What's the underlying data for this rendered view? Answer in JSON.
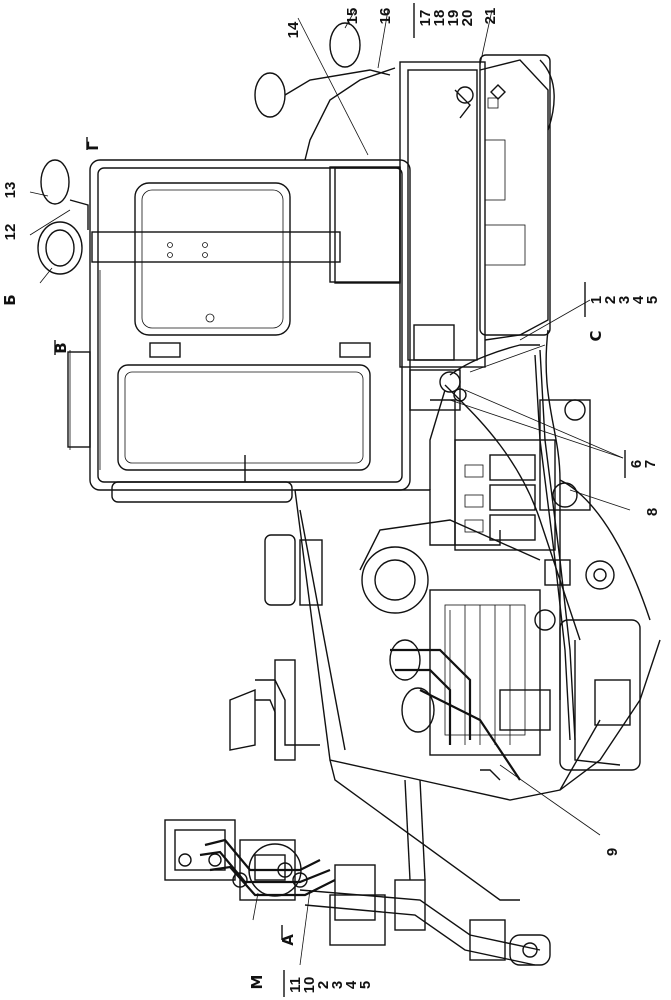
{
  "labels": {
    "group_1_2_3_4_5": [
      "1",
      "2",
      "3",
      "4",
      "5"
    ],
    "group_6_7": [
      "6",
      "7"
    ],
    "group_11_10_2_3_4_5": [
      "11",
      "10",
      "2",
      "3",
      "4",
      "5"
    ],
    "group_17_18_19_20": [
      "17",
      "18",
      "19",
      "20"
    ],
    "n8": "8",
    "n9": "9",
    "n12": "12",
    "n13": "13",
    "n14": "14",
    "n15": "15",
    "n16": "16",
    "n21": "21",
    "view_B": "Б",
    "view_V": "В",
    "view_G": "Г",
    "view_S": "С",
    "view_A": "А",
    "view_M": "М"
  }
}
